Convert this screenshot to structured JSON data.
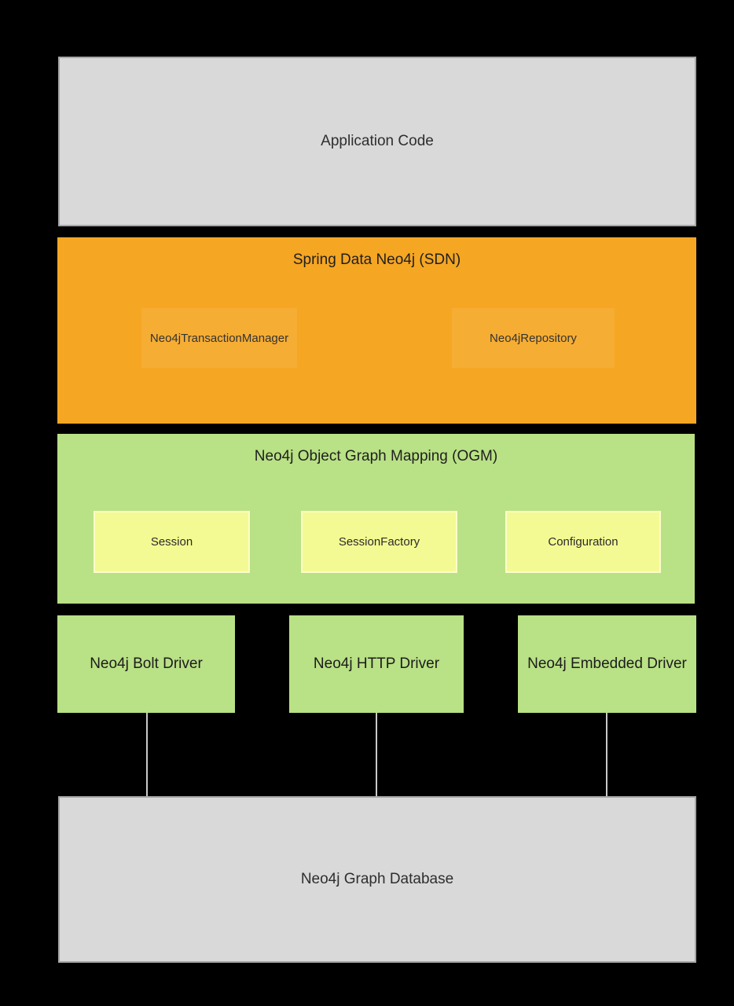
{
  "diagram": {
    "application": {
      "label": "Application Code"
    },
    "sdn": {
      "title": "Spring Data Neo4j (SDN)",
      "components": [
        {
          "label": "Neo4jTransactionManager"
        },
        {
          "label": "Neo4jRepository"
        }
      ]
    },
    "ogm": {
      "title": "Neo4j Object Graph Mapping (OGM)",
      "components": [
        {
          "label": "Session"
        },
        {
          "label": "SessionFactory"
        },
        {
          "label": "Configuration"
        }
      ]
    },
    "drivers": [
      {
        "label": "Neo4j Bolt Driver"
      },
      {
        "label": "Neo4j HTTP Driver"
      },
      {
        "label": "Neo4j Embedded Driver"
      }
    ],
    "database": {
      "label": "Neo4j Graph Database"
    },
    "colors": {
      "background": "#000000",
      "gray_fill": "#d9d9d9",
      "gray_border": "#a6a6a6",
      "orange_fill": "#f5a623",
      "orange_inner_fill": "#f6ad33",
      "green_fill": "#b9e185",
      "yellow_fill": "#f4fa93",
      "yellow_border": "#fbfdc9",
      "connector": "#c9c9c9",
      "text": "#212121"
    }
  }
}
